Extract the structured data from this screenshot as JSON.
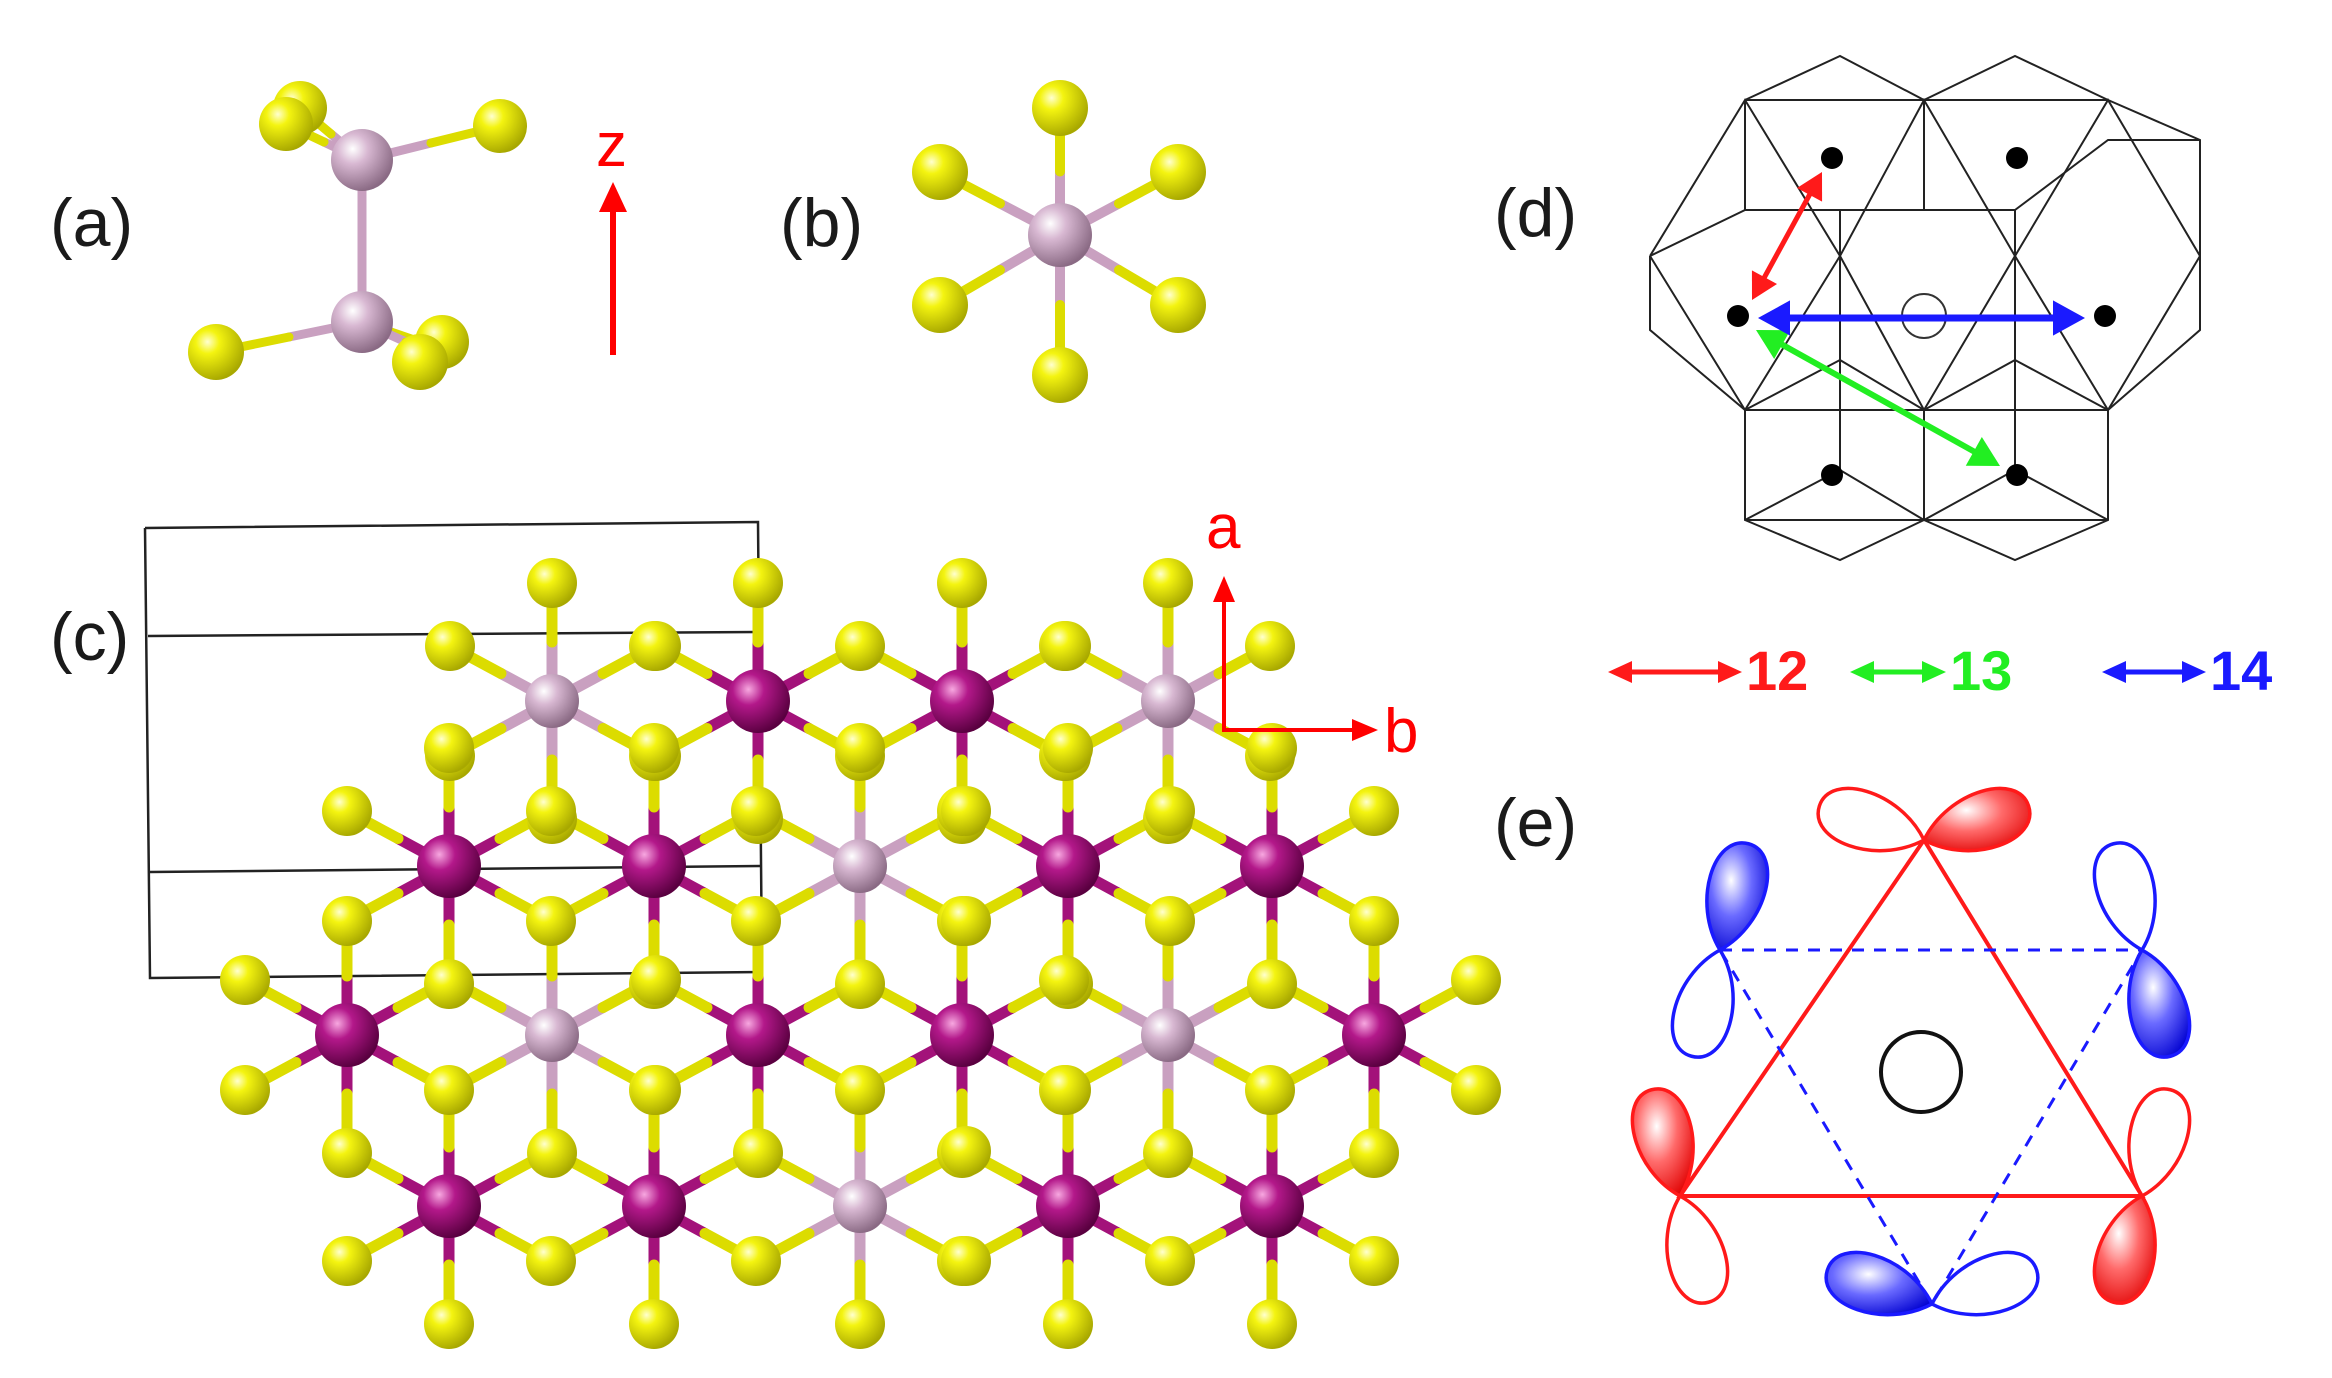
{
  "panels": {
    "a": "(a)",
    "b": "(b)",
    "c": "(c)",
    "d": "(d)",
    "e": "(e)"
  },
  "axes": {
    "z": "z",
    "a": "a",
    "b": "b"
  },
  "legend": [
    {
      "label": "12",
      "color": "#ff1a1a"
    },
    {
      "label": "13",
      "color": "#22ee22"
    },
    {
      "label": "14",
      "color": "#1a1aff"
    }
  ],
  "colors": {
    "axis_arrow": "#ff0000",
    "sulfur_atom": "#e6e600",
    "dimer_atom": "#c9a0c0",
    "metal_atom": "#a3127a",
    "bond_yellow": "#dcdc00",
    "bond_magenta": "#a3127a",
    "bond_pink": "#c9a0c0",
    "orbital_red": "#ff1a1a",
    "orbital_blue": "#1a1aff",
    "grid_line": "#222222"
  }
}
